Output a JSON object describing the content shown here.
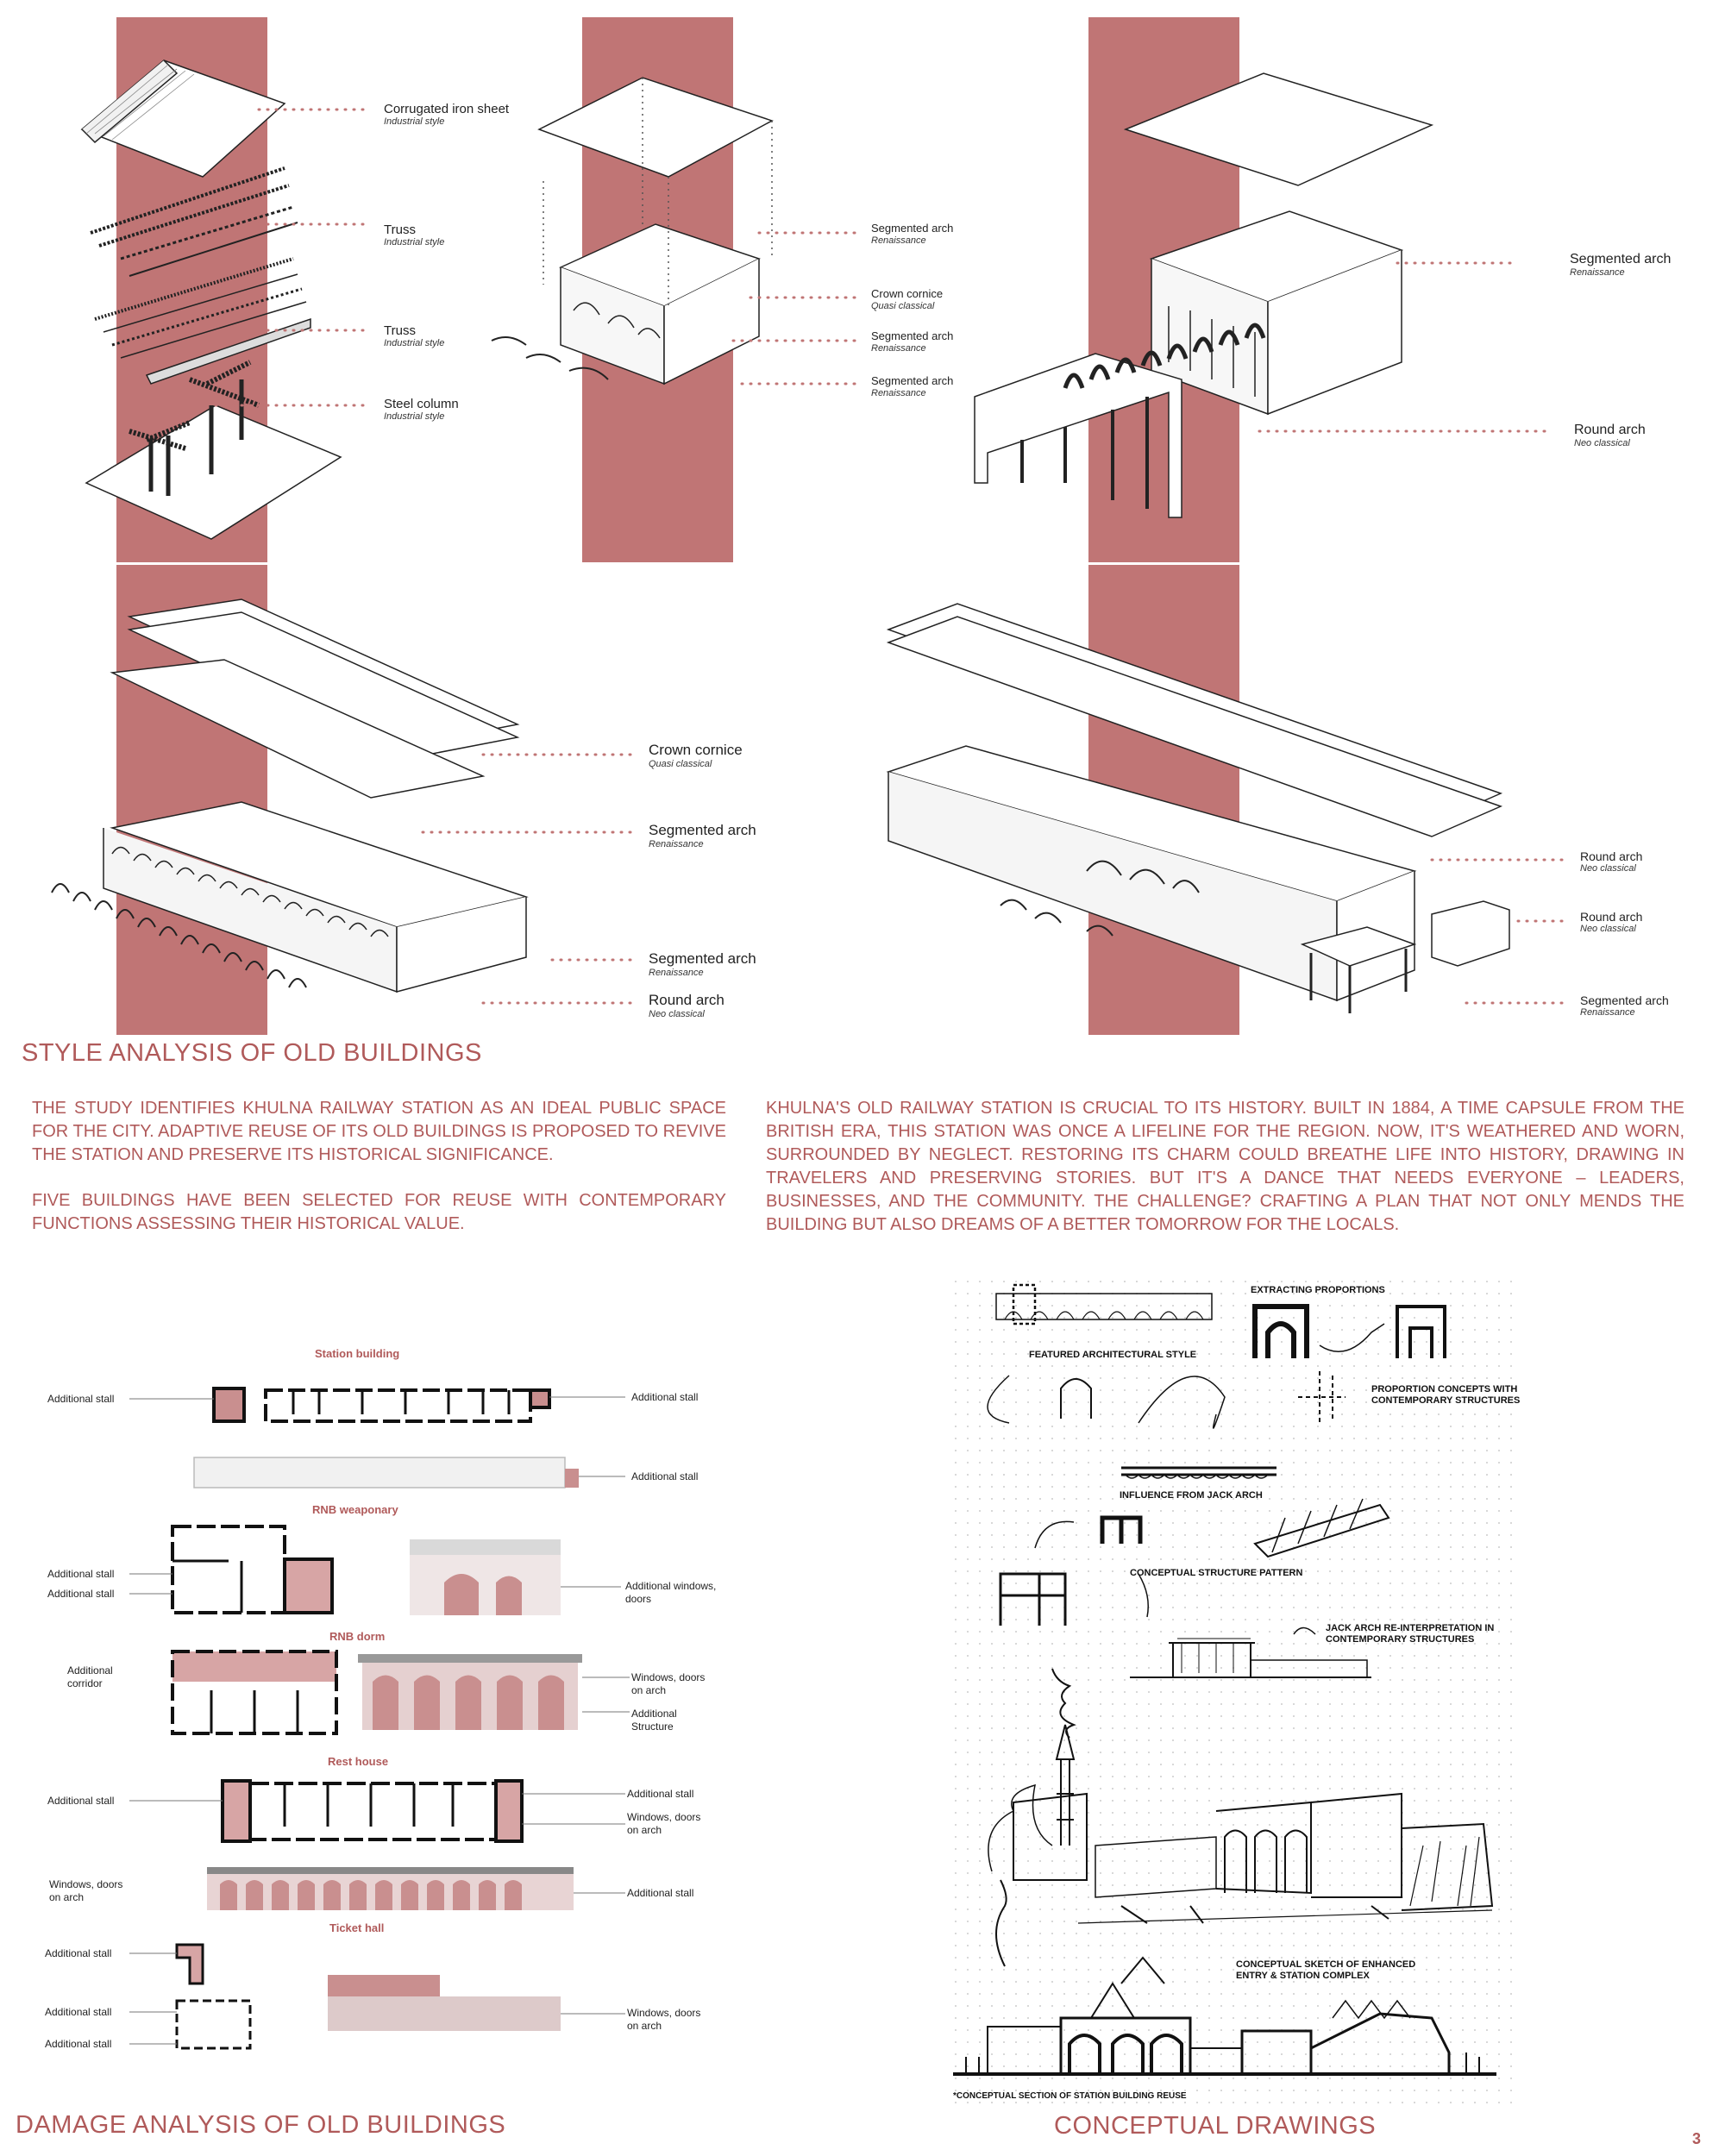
{
  "style_labels": {
    "a1": {
      "title": "Corrugated iron sheet",
      "style": "Industrial style"
    },
    "a2": {
      "title": "Truss",
      "style": "Industrial style"
    },
    "a3": {
      "title": "Truss",
      "style": "Industrial style"
    },
    "a4": {
      "title": "Steel column",
      "style": "Industrial style"
    },
    "b1": {
      "title": "Segmented arch",
      "style": "Renaissance"
    },
    "b2": {
      "title": "Crown cornice",
      "style": "Quasi classical"
    },
    "b3": {
      "title": "Segmented arch",
      "style": "Renaissance"
    },
    "b4": {
      "title": "Segmented arch",
      "style": "Renaissance"
    },
    "c1": {
      "title": "Segmented arch",
      "style": "Renaissance"
    },
    "c2": {
      "title": "Round arch",
      "style": "Neo classical"
    },
    "d1": {
      "title": "Crown cornice",
      "style": "Quasi classical"
    },
    "d2": {
      "title": "Segmented arch",
      "style": "Renaissance"
    },
    "d3": {
      "title": "Segmented arch",
      "style": "Renaissance"
    },
    "d4": {
      "title": "Round arch",
      "style": "Neo classical"
    },
    "e1": {
      "title": "Round arch",
      "style": "Neo classical"
    },
    "e2": {
      "title": "Round arch",
      "style": "Neo classical"
    },
    "e3": {
      "title": "Segmented arch",
      "style": "Renaissance"
    }
  },
  "style_title": "STYLE ANALYSIS OF OLD BUILDINGS",
  "para_left": {
    "p1": "THE STUDY IDENTIFIES KHULNA RAILWAY STATION AS AN IDEAL PUBLIC SPACE FOR THE CITY. ADAPTIVE REUSE OF ITS OLD BUILDINGS IS PROPOSED TO REVIVE THE STATION AND PRESERVE ITS HISTORICAL SIGNIFICANCE.",
    "p2": "FIVE BUILDINGS HAVE BEEN SELECTED FOR REUSE WITH CONTEMPORARY FUNCTIONS ASSESSING THEIR HISTORICAL VALUE."
  },
  "para_right": "KHULNA'S OLD RAILWAY STATION IS CRUCIAL TO ITS HISTORY. BUILT IN 1884, A TIME CAPSULE FROM THE BRITISH ERA, THIS STATION WAS ONCE A LIFELINE FOR THE REGION. NOW, IT'S WEATHERED AND WORN, SURROUNDED BY NEGLECT. RESTORING ITS CHARM COULD BREATHE LIFE INTO HISTORY, DRAWING IN TRAVELERS AND PRESERVING STORIES. BUT IT'S A DANCE THAT NEEDS EVERYONE – LEADERS, BUSINESSES, AND THE COMMUNITY. THE CHALLENGE? CRAFTING A PLAN THAT NOT ONLY MENDS THE BUILDING BUT ALSO DREAMS OF A BETTER TOMORROW FOR THE LOCALS.",
  "damage": {
    "station_building": "Station building",
    "rnb_weaponary": "RNB weaponary",
    "rnb_dorm": "RNB dorm",
    "rest_house": "Rest house",
    "ticket_hall": "Ticket hall",
    "additional_stall": "Additional stall",
    "additional_windows_doors": "Additional windows, doors",
    "additional_corridor": "Additional corridor",
    "windows_doors_on_arch": "Windows, doors on arch",
    "additional_structure": "Additional Structure"
  },
  "damage_title": "DAMAGE ANALYSIS OF OLD BUILDINGS",
  "sketch": {
    "extracting_proportions": "EXTRACTING PROPORTIONS",
    "featured_style": "FEATURED ARCHITECTURAL STYLE",
    "proportion_concepts": "PROPORTION CONCEPTS WITH CONTEMPORARY STRUCTURES",
    "jack_arch": "INFLUENCE FROM JACK ARCH",
    "structure_pattern": "CONCEPTUAL STRUCTURE PATTERN",
    "jack_reinterpretation": "JACK ARCH RE-INTERPRETATION IN CONTEMPORARY STRUCTURES",
    "enhanced_entry": "CONCEPTUAL SKETCH OF ENHANCED ENTRY & STATION COMPLEX",
    "section_reuse": "*CONCEPTUAL SECTION OF STATION BUILDING REUSE"
  },
  "conceptual_title": "CONCEPTUAL DRAWINGS",
  "page_number": "3",
  "colors": {
    "accent": "#c07575",
    "text_accent": "#b05a5a"
  }
}
